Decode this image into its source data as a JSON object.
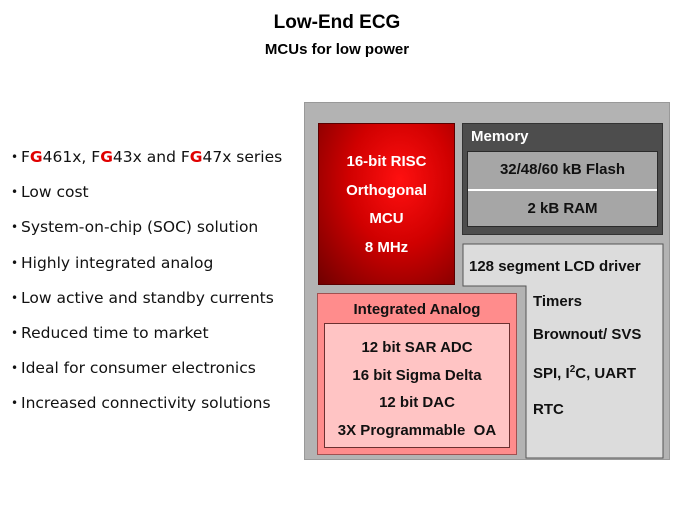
{
  "slide": {
    "title": "Low-End ECG",
    "subtitle": "MCUs for low power"
  },
  "bullets": {
    "first": {
      "p1": "F",
      "g1": "G",
      "p2": "461x, F",
      "g2": "G",
      "p3": "43x and F",
      "g3": "G",
      "p4": "47x series"
    },
    "items": [
      "Low cost",
      "System-on-chip (SOC) solution",
      "Highly integrated analog",
      "Low active and standby currents",
      "Reduced time to market",
      "Ideal for consumer electronics",
      "Increased connectivity solutions"
    ]
  },
  "diagram": {
    "mcu": [
      "16-bit RISC",
      "Orthogonal",
      "MCU",
      "8 MHz"
    ],
    "memory": {
      "label": "Memory",
      "flash": "32/48/60 kB Flash",
      "ram": "2 kB RAM"
    },
    "peripherals": {
      "lcd": "128 segment LCD driver",
      "timers": "Timers",
      "brownout": "Brownout/ SVS",
      "serial_a": "SPI, I",
      "serial_sup": "2",
      "serial_b": "C, UART",
      "rtc": "RTC"
    },
    "analog": {
      "label": "Integrated Analog",
      "items": [
        "12 bit SAR ADC",
        "16 bit Sigma Delta",
        "12 bit DAC",
        "3X Programmable  OA"
      ]
    }
  },
  "colors": {
    "accent_red": "#e00000",
    "mcu_red": "#d00000",
    "analog_pink": "#ff8c8c",
    "memory_dark": "#4d4d4d"
  }
}
